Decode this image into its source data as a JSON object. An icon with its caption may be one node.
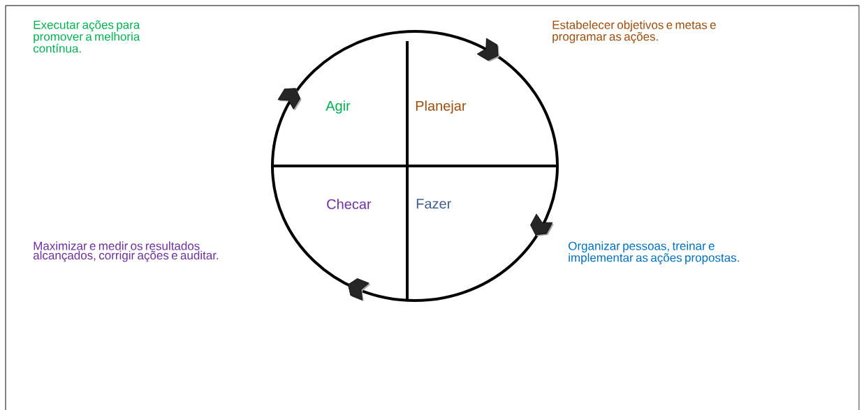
{
  "diagram": {
    "labels": [
      "Executar ações para promover a melhoria contínua.",
      "Estabelecer objetivos e metas e programar as ações.",
      "Agir",
      "Planejar",
      "Checar",
      "Fazer",
      "Maximizar e medir os resultados alcançados, corrigir ações e auditar.",
      "Organizar pessoas, treinar e implementar as ações propostas."
    ]
  }
}
